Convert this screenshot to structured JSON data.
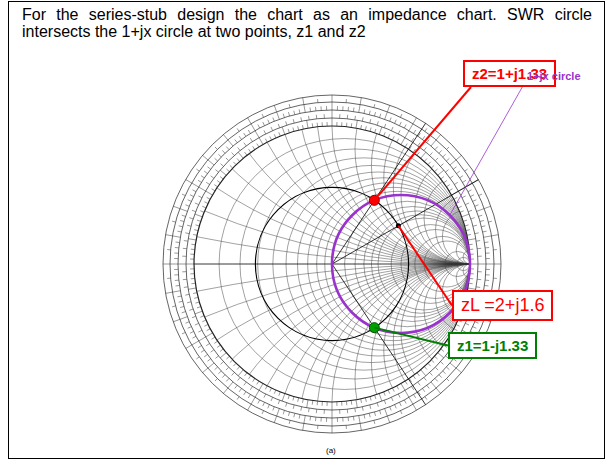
{
  "diagram": {
    "title": "For the series-stub design the chart as an impedance chart. SWR circle intersects the 1+jx circle at two points, z1 and z2",
    "nodes": [
      {
        "text": [
          "z2=1+j1.33"
        ]
      },
      {
        "text": [
          "zL =2+j1.6"
        ]
      },
      {
        "text": [
          "z1=1-j1.33"
        ]
      }
    ],
    "labels": [
      "1+jx circle",
      "(a)"
    ]
  }
}
